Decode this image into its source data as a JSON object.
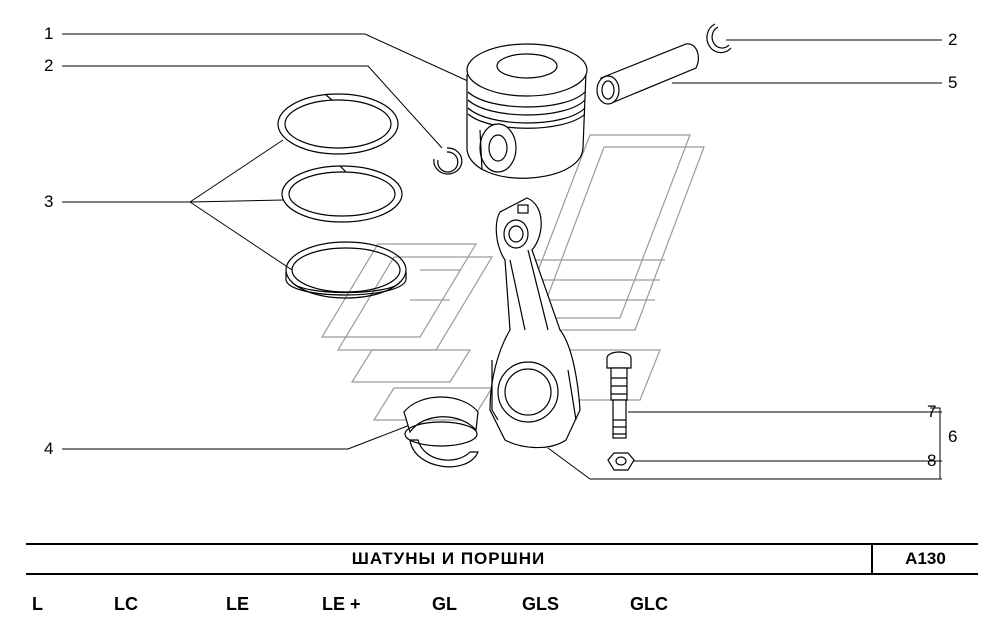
{
  "callouts": [
    {
      "id": "1",
      "text": "1"
    },
    {
      "id": "2a",
      "text": "2"
    },
    {
      "id": "3",
      "text": "3"
    },
    {
      "id": "4",
      "text": "4"
    },
    {
      "id": "2b",
      "text": "2"
    },
    {
      "id": "5",
      "text": "5"
    },
    {
      "id": "7",
      "text": "7"
    },
    {
      "id": "6",
      "text": "6"
    },
    {
      "id": "8",
      "text": "8"
    }
  ],
  "title": "ШАТУНЫ И ПОРШНИ",
  "code": "A130",
  "variants": [
    "L",
    "LC",
    "LE",
    "LE +",
    "GL",
    "GLS",
    "GLC"
  ],
  "colors": {
    "ink": "#000000",
    "watermark": "#9a9a9a",
    "background": "#ffffff"
  }
}
